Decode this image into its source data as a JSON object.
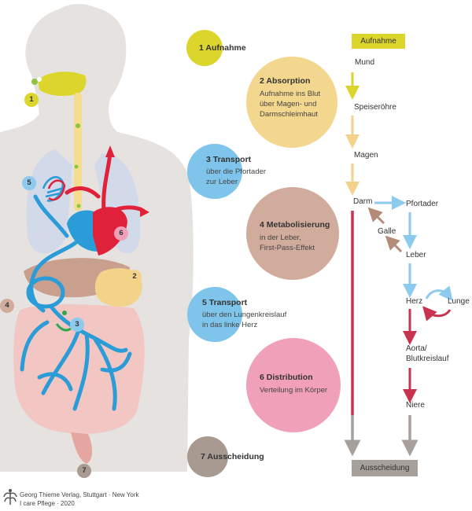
{
  "stages": [
    {
      "title": "1 Aufnahme",
      "desc": [],
      "color": "#d9d829"
    },
    {
      "title": "2 Absorption",
      "desc": [
        "Aufnahme ins Blut",
        "über Magen- und",
        "Darmschleimhaut"
      ],
      "color": "#f3d68a"
    },
    {
      "title": "3 Transport",
      "desc": [
        "über die Pfortader",
        "zur Leber"
      ],
      "color": "#7fc4ea"
    },
    {
      "title": "4 Metabolisierung",
      "desc": [
        "in der Leber,",
        "First-Pass-Effekt"
      ],
      "color": "#d1ac9c"
    },
    {
      "title": "5 Transport",
      "desc": [
        "über den Lungenkreislauf",
        "in das linke Herz"
      ],
      "color": "#7fc4ea"
    },
    {
      "title": "6 Distribution",
      "desc": [
        "Verteilung im Körper"
      ],
      "color": "#f0a0b8"
    },
    {
      "title": "7 Ausscheidung",
      "desc": [],
      "color": "#a89a90"
    }
  ],
  "flow": {
    "start_label": "Aufnahme",
    "end_label": "Ausscheidung",
    "steps": {
      "mund": "Mund",
      "speiseroehre": "Speiseröhre",
      "magen": "Magen",
      "darm": "Darm",
      "pfortader": "Pfortader",
      "galle": "Galle",
      "leber": "Leber",
      "herz": "Herz",
      "lunge": "Lunge",
      "aorta_1": "Aorta/",
      "aorta_2": "Blutkreislauf",
      "niere": "Niere"
    }
  },
  "body_markers": [
    "1",
    "2",
    "3",
    "4",
    "5",
    "6",
    "7"
  ],
  "colors": {
    "yellow": "#dcd52c",
    "sand": "#f3d38a",
    "blue": "#2a9cd8",
    "light_blue": "#8ccaee",
    "red": "#e0213a",
    "crimson": "#c8334f",
    "brown": "#b48a78",
    "grey": "#a79f9a",
    "silhouette": "#e5e1de"
  },
  "footer": {
    "line1": "Georg Thieme Verlag, Stuttgart · New York",
    "line2": "I care Pflege · 2020"
  }
}
